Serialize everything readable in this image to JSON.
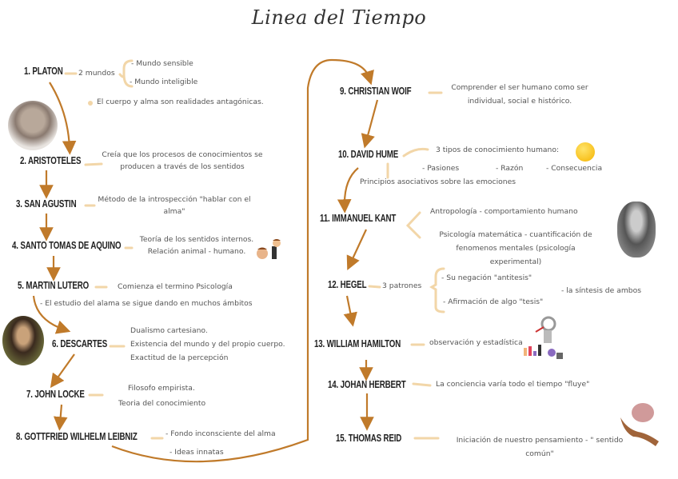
{
  "title": "Linea del Tiempo",
  "colors": {
    "arrow": "#c07a2a",
    "connector": "#f2d6a8",
    "text": "#555555",
    "heading": "#222222"
  },
  "nodes": [
    {
      "label": "1. PLATON",
      "mundos": "2 mundos",
      "branches": [
        "- Mundo sensible",
        "- Mundo inteligible"
      ],
      "note": "El cuerpo y alma son realidades antagónicas."
    },
    {
      "label": "2. ARISTOTELES",
      "desc": [
        "Creía que los procesos de conocimientos se",
        "producen a través de los sentidos"
      ]
    },
    {
      "label": "3. SAN AGUSTIN",
      "desc": [
        "Método de la introspección \"hablar con el",
        "alma\""
      ]
    },
    {
      "label": "4. SANTO TOMAS DE AQUINO",
      "desc": [
        "Teoría de los sentidos internos.",
        "Relación animal - humano."
      ]
    },
    {
      "label": "5. MARTIN LUTERO",
      "desc": [
        "Comienza el termino Psicología",
        "- El estudio del alama se sigue dando en muchos ámbitos"
      ]
    },
    {
      "label": "6. DESCARTES",
      "desc": [
        "Dualismo cartesiano.",
        "Existencia del mundo y del propio cuerpo.",
        "Exactitud de la percepción"
      ]
    },
    {
      "label": "7. JOHN LOCKE",
      "desc": [
        "Filosofo empirista.",
        "Teoria del conocimiento"
      ]
    },
    {
      "label": "8. GOTTFRIED WILHELM LEIBNIZ",
      "desc": [
        "- Fondo inconsciente del alma",
        "- Ideas innatas"
      ]
    },
    {
      "label": "9. CHRISTIAN WOIF",
      "desc": [
        "Comprender el ser humano como ser",
        "individual, social e histórico."
      ]
    },
    {
      "label": "10. DAVID HUME",
      "desc": [
        "3 tipos de conocimiento humano:",
        "- Pasiones",
        "- Razón",
        "- Consecuencia",
        "Principios asociativos sobre las emociones"
      ]
    },
    {
      "label": "11. IMMANUEL KANT",
      "desc": [
        "Antropología - comportamiento humano",
        "Psicología matemática - cuantificación de",
        "fenomenos mentales (psicología",
        "experimental)"
      ]
    },
    {
      "label": "12. HEGEL",
      "patrones": "3 patrones",
      "branches": [
        "- Su negación \"antitesis\"",
        "- Afirmación de algo \"tesis\""
      ],
      "extra": "- la síntesis de ambos"
    },
    {
      "label": "13. WILLIAM HAMILTON",
      "desc": [
        "observación y estadística"
      ]
    },
    {
      "label": "14. JOHAN HERBERT",
      "desc": [
        "La conciencia varía todo el tiempo \"fluye\""
      ]
    },
    {
      "label": "15. THOMAS REID",
      "desc": [
        "Iniciación de nuestro pensamiento - \" sentido",
        "común\""
      ]
    }
  ],
  "icons": [
    "aristotle-portrait",
    "thinking-person",
    "descartes-portrait",
    "laughing-emoji",
    "kant-portrait",
    "magnifier-chart",
    "brain-in-hand"
  ]
}
